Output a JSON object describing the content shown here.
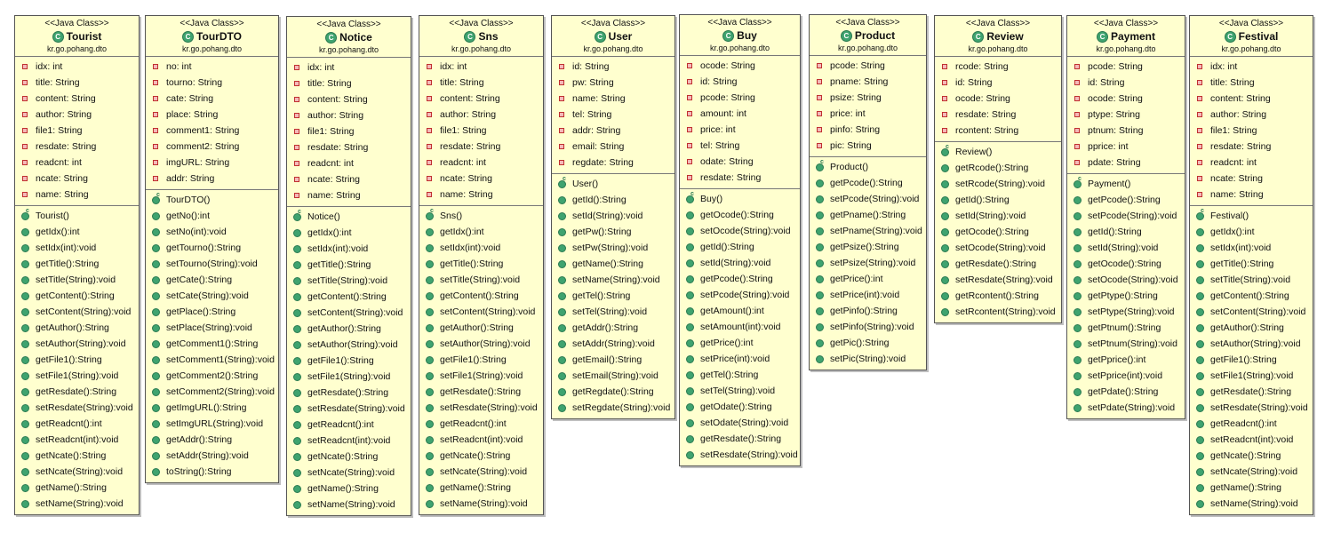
{
  "classes": [
    {
      "id": "tourist",
      "stereotype": "<<Java Class>>",
      "name": "Tourist",
      "package": "kr.go.pohang.dto",
      "attributes": [
        "idx: int",
        "title: String",
        "content: String",
        "author: String",
        "file1: String",
        "resdate: String",
        "readcnt: int",
        "ncate: String",
        "name: String"
      ],
      "methods": [
        "Tourist()",
        "getIdx():int",
        "setIdx(int):void",
        "getTitle():String",
        "setTitle(String):void",
        "getContent():String",
        "setContent(String):void",
        "getAuthor():String",
        "setAuthor(String):void",
        "getFile1():String",
        "setFile1(String):void",
        "getResdate():String",
        "setResdate(String):void",
        "getReadcnt():int",
        "setReadcnt(int):void",
        "getNcate():String",
        "setNcate(String):void",
        "getName():String",
        "setName(String):void"
      ]
    },
    {
      "id": "tourdto",
      "stereotype": "<<Java Class>>",
      "name": "TourDTO",
      "package": "kr.go.pohang.dto",
      "attributes": [
        "no: int",
        "tourno: String",
        "cate: String",
        "place: String",
        "comment1: String",
        "comment2: String",
        "imgURL: String",
        "addr: String"
      ],
      "methods": [
        "TourDTO()",
        "getNo():int",
        "setNo(int):void",
        "getTourno():String",
        "setTourno(String):void",
        "getCate():String",
        "setCate(String):void",
        "getPlace():String",
        "setPlace(String):void",
        "getComment1():String",
        "setComment1(String):void",
        "getComment2():String",
        "setComment2(String):void",
        "getImgURL():String",
        "setImgURL(String):void",
        "getAddr():String",
        "setAddr(String):void",
        "toString():String"
      ]
    },
    {
      "id": "notice",
      "stereotype": "<<Java Class>>",
      "name": "Notice",
      "package": "kr.go.pohang.dto",
      "attributes": [
        "idx: int",
        "title: String",
        "content: String",
        "author: String",
        "file1: String",
        "resdate: String",
        "readcnt: int",
        "ncate: String",
        "name: String"
      ],
      "methods": [
        "Notice()",
        "getIdx():int",
        "setIdx(int):void",
        "getTitle():String",
        "setTitle(String):void",
        "getContent():String",
        "setContent(String):void",
        "getAuthor():String",
        "setAuthor(String):void",
        "getFile1():String",
        "setFile1(String):void",
        "getResdate():String",
        "setResdate(String):void",
        "getReadcnt():int",
        "setReadcnt(int):void",
        "getNcate():String",
        "setNcate(String):void",
        "getName():String",
        "setName(String):void"
      ]
    },
    {
      "id": "sns",
      "stereotype": "<<Java Class>>",
      "name": "Sns",
      "package": "kr.go.pohang.dto",
      "attributes": [
        "idx: int",
        "title: String",
        "content: String",
        "author: String",
        "file1: String",
        "resdate: String",
        "readcnt: int",
        "ncate: String",
        "name: String"
      ],
      "methods": [
        "Sns()",
        "getIdx():int",
        "setIdx(int):void",
        "getTitle():String",
        "setTitle(String):void",
        "getContent():String",
        "setContent(String):void",
        "getAuthor():String",
        "setAuthor(String):void",
        "getFile1():String",
        "setFile1(String):void",
        "getResdate():String",
        "setResdate(String):void",
        "getReadcnt():int",
        "setReadcnt(int):void",
        "getNcate():String",
        "setNcate(String):void",
        "getName():String",
        "setName(String):void"
      ]
    },
    {
      "id": "user",
      "stereotype": "<<Java Class>>",
      "name": "User",
      "package": "kr.go.pohang.dto",
      "attributes": [
        "id: String",
        "pw: String",
        "name: String",
        "tel: String",
        "addr: String",
        "email: String",
        "regdate: String"
      ],
      "methods": [
        "User()",
        "getId():String",
        "setId(String):void",
        "getPw():String",
        "setPw(String):void",
        "getName():String",
        "setName(String):void",
        "getTel():String",
        "setTel(String):void",
        "getAddr():String",
        "setAddr(String):void",
        "getEmail():String",
        "setEmail(String):void",
        "getRegdate():String",
        "setRegdate(String):void"
      ]
    },
    {
      "id": "buy",
      "stereotype": "<<Java Class>>",
      "name": "Buy",
      "package": "kr.go.pohang.dto",
      "attributes": [
        "ocode: String",
        "id: String",
        "pcode: String",
        "amount: int",
        "price: int",
        "tel: String",
        "odate: String",
        "resdate: String"
      ],
      "methods": [
        "Buy()",
        "getOcode():String",
        "setOcode(String):void",
        "getId():String",
        "setId(String):void",
        "getPcode():String",
        "setPcode(String):void",
        "getAmount():int",
        "setAmount(int):void",
        "getPrice():int",
        "setPrice(int):void",
        "getTel():String",
        "setTel(String):void",
        "getOdate():String",
        "setOdate(String):void",
        "getResdate():String",
        "setResdate(String):void"
      ]
    },
    {
      "id": "product",
      "stereotype": "<<Java Class>>",
      "name": "Product",
      "package": "kr.go.pohang.dto",
      "attributes": [
        "pcode: String",
        "pname: String",
        "psize: String",
        "price: int",
        "pinfo: String",
        "pic: String"
      ],
      "methods": [
        "Product()",
        "getPcode():String",
        "setPcode(String):void",
        "getPname():String",
        "setPname(String):void",
        "getPsize():String",
        "setPsize(String):void",
        "getPrice():int",
        "setPrice(int):void",
        "getPinfo():String",
        "setPinfo(String):void",
        "getPic():String",
        "setPic(String):void"
      ]
    },
    {
      "id": "review",
      "stereotype": "<<Java Class>>",
      "name": "Review",
      "package": "kr.go.pohang.dto",
      "attributes": [
        "rcode: String",
        "id: String",
        "ocode: String",
        "resdate: String",
        "rcontent: String"
      ],
      "methods": [
        "Review()",
        "getRcode():String",
        "setRcode(String):void",
        "getId():String",
        "setId(String):void",
        "getOcode():String",
        "setOcode(String):void",
        "getResdate():String",
        "setResdate(String):void",
        "getRcontent():String",
        "setRcontent(String):void"
      ]
    },
    {
      "id": "payment",
      "stereotype": "<<Java Class>>",
      "name": "Payment",
      "package": "kr.go.pohang.dto",
      "attributes": [
        "pcode: String",
        "id: String",
        "ocode: String",
        "ptype: String",
        "ptnum: String",
        "pprice: int",
        "pdate: String"
      ],
      "methods": [
        "Payment()",
        "getPcode():String",
        "setPcode(String):void",
        "getId():String",
        "setId(String):void",
        "getOcode():String",
        "setOcode(String):void",
        "getPtype():String",
        "setPtype(String):void",
        "getPtnum():String",
        "setPtnum(String):void",
        "getPprice():int",
        "setPprice(int):void",
        "getPdate():String",
        "setPdate(String):void"
      ]
    },
    {
      "id": "festival",
      "stereotype": "<<Java Class>>",
      "name": "Festival",
      "package": "kr.go.pohang.dto",
      "attributes": [
        "idx: int",
        "title: String",
        "content: String",
        "author: String",
        "file1: String",
        "resdate: String",
        "readcnt: int",
        "ncate: String",
        "name: String"
      ],
      "methods": [
        "Festival()",
        "getIdx():int",
        "setIdx(int):void",
        "getTitle():String",
        "setTitle(String):void",
        "getContent():String",
        "setContent(String):void",
        "getAuthor():String",
        "setAuthor(String):void",
        "getFile1():String",
        "setFile1(String):void",
        "getResdate():String",
        "setResdate(String):void",
        "getReadcnt():int",
        "setReadcnt(int):void",
        "getNcate():String",
        "setNcate(String):void",
        "getName():String",
        "setName(String):void"
      ]
    }
  ]
}
